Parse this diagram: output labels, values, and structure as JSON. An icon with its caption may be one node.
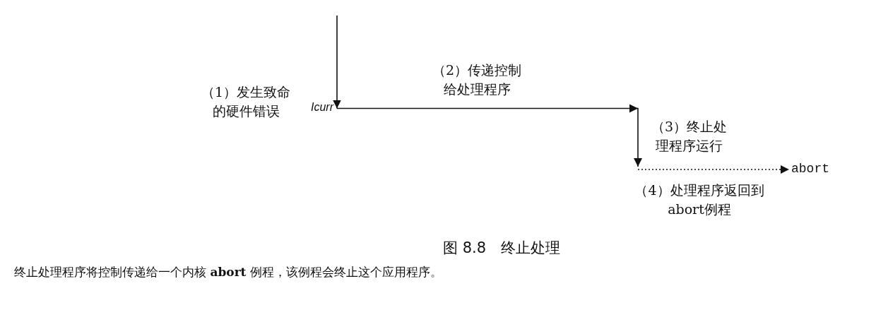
{
  "diagram": {
    "caption": "图 8.8　终止处理",
    "nodes": [
      {
        "text": [
          "Icurr"
        ]
      },
      {
        "text": [
          "abort"
        ]
      }
    ],
    "edges": [
      {
        "from": null,
        "to": 0,
        "arrow": "to"
      },
      {
        "from": 0,
        "to": null,
        "arrow": "to"
      },
      {
        "from": null,
        "to": 1,
        "arrow": "to",
        "style": "dashed"
      }
    ],
    "labels": [
      "（2）传递控制给处理程序",
      "（1）发生致命的硬件错误",
      "（3）终止处理程序运行",
      "（4）处理程序返回到abort例程",
      "终止处理程序将控制传递给一个内核 **abort** 例程，该例程会终止这个应用程序。"
    ]
  }
}
